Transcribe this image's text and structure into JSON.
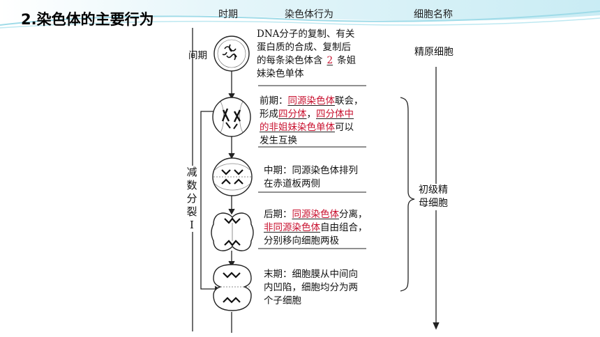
{
  "title": "2.染色体的主要行为",
  "headers": {
    "period": "时期",
    "behavior": "染色体行为",
    "cell_name": "细胞名称"
  },
  "interphase": {
    "label": "间期",
    "line1": "DNA分子的复制、有关",
    "line2": "蛋白质的合成、复制后",
    "line3_pre": "的每条染色体含",
    "blank": "2",
    "line3_post": "条姐",
    "line4": "妹染色单体",
    "cell_name": "精原细胞"
  },
  "meiosis1_label": [
    "减",
    "数",
    "分",
    "裂",
    "Ⅰ"
  ],
  "prophase": {
    "label": "前期：",
    "r1": "同源染色体",
    "t1": "联会，",
    "t2": "形成",
    "r2": "四分体",
    "t3": "，",
    "r3": "四分体中",
    "r4": "的非姐妹染色单体",
    "t4": "可以",
    "t5": "发生互换"
  },
  "metaphase": {
    "line1": "中期：同源染色体排列",
    "line2": "在赤道板两侧"
  },
  "anaphase": {
    "label": "后期：",
    "r1": "同源染色体",
    "t1": "分离，",
    "r2": "非同源染色体",
    "t2": "自由组合，",
    "line3": "分别移向细胞两极"
  },
  "telophase": {
    "line1": "末期：细胞膜从中间向",
    "line2": "内凹陷，细胞均分为两",
    "line3": "个子细胞"
  },
  "primary_cell_name": [
    "初级精",
    "母细胞"
  ],
  "colors": {
    "banner": "#c9ecf4",
    "answer_red": "#c8102e",
    "line": "#222222"
  }
}
